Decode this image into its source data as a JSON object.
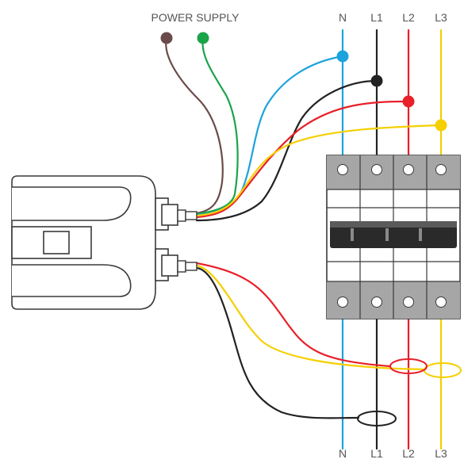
{
  "labels": {
    "power_supply": "POWER SUPPLY",
    "top_n": "N",
    "top_l1": "L1",
    "top_l2": "L2",
    "top_l3": "L3",
    "bottom_n": "N",
    "bottom_l1": "L1",
    "bottom_l2": "L2",
    "bottom_l3": "L3"
  },
  "colors": {
    "n_wire": "#1ba3dd",
    "l1_wire": "#222222",
    "l2_wire": "#e8202a",
    "l3_wire": "#f5cf00",
    "supply_brown": "#6b4a4a",
    "supply_green": "#1aa44a",
    "breaker_grey": "#a6a6a6",
    "outline": "#3a3a3a"
  }
}
